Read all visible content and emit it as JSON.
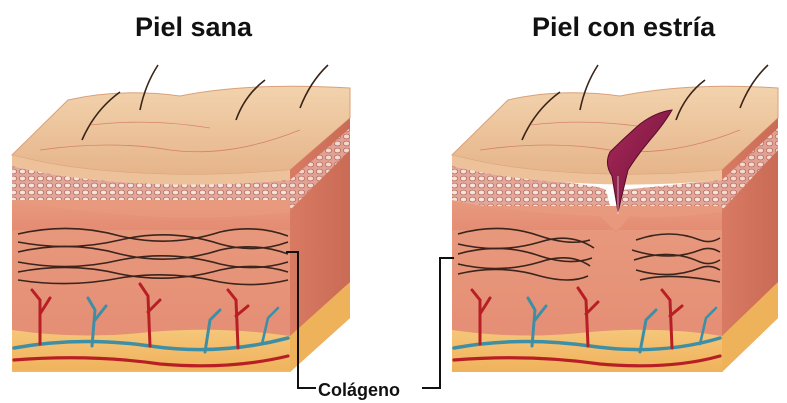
{
  "diagram": {
    "left_panel_title": "Piel sana",
    "right_panel_title": "Piel con estría",
    "callout_label": "Colágeno"
  }
}
